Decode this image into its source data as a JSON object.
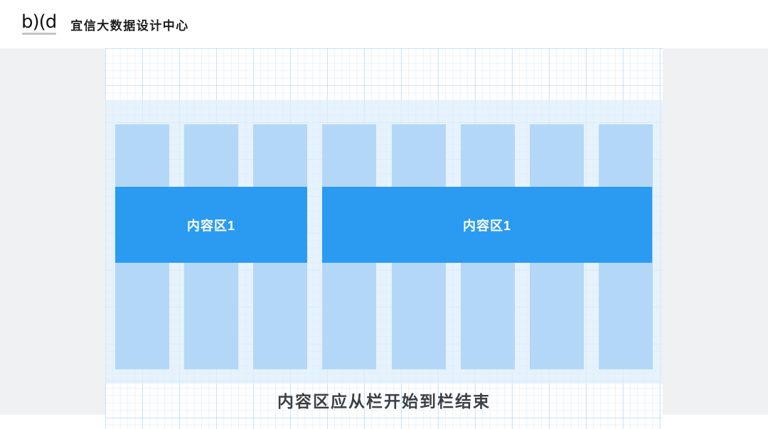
{
  "header": {
    "logo_text": "b)(d",
    "title": "宜信大数据设计中心"
  },
  "slide": {
    "columns_count": 8,
    "content_blocks": [
      {
        "label": "内容区1"
      },
      {
        "label": "内容区1"
      }
    ],
    "caption": "内容区应从栏开始到栏结束"
  },
  "colors": {
    "accent_blue": "#2b9bf2",
    "column_blue": "#b3d8f7",
    "band_blue": "#ddeefb",
    "caption_text": "#3b4045"
  }
}
